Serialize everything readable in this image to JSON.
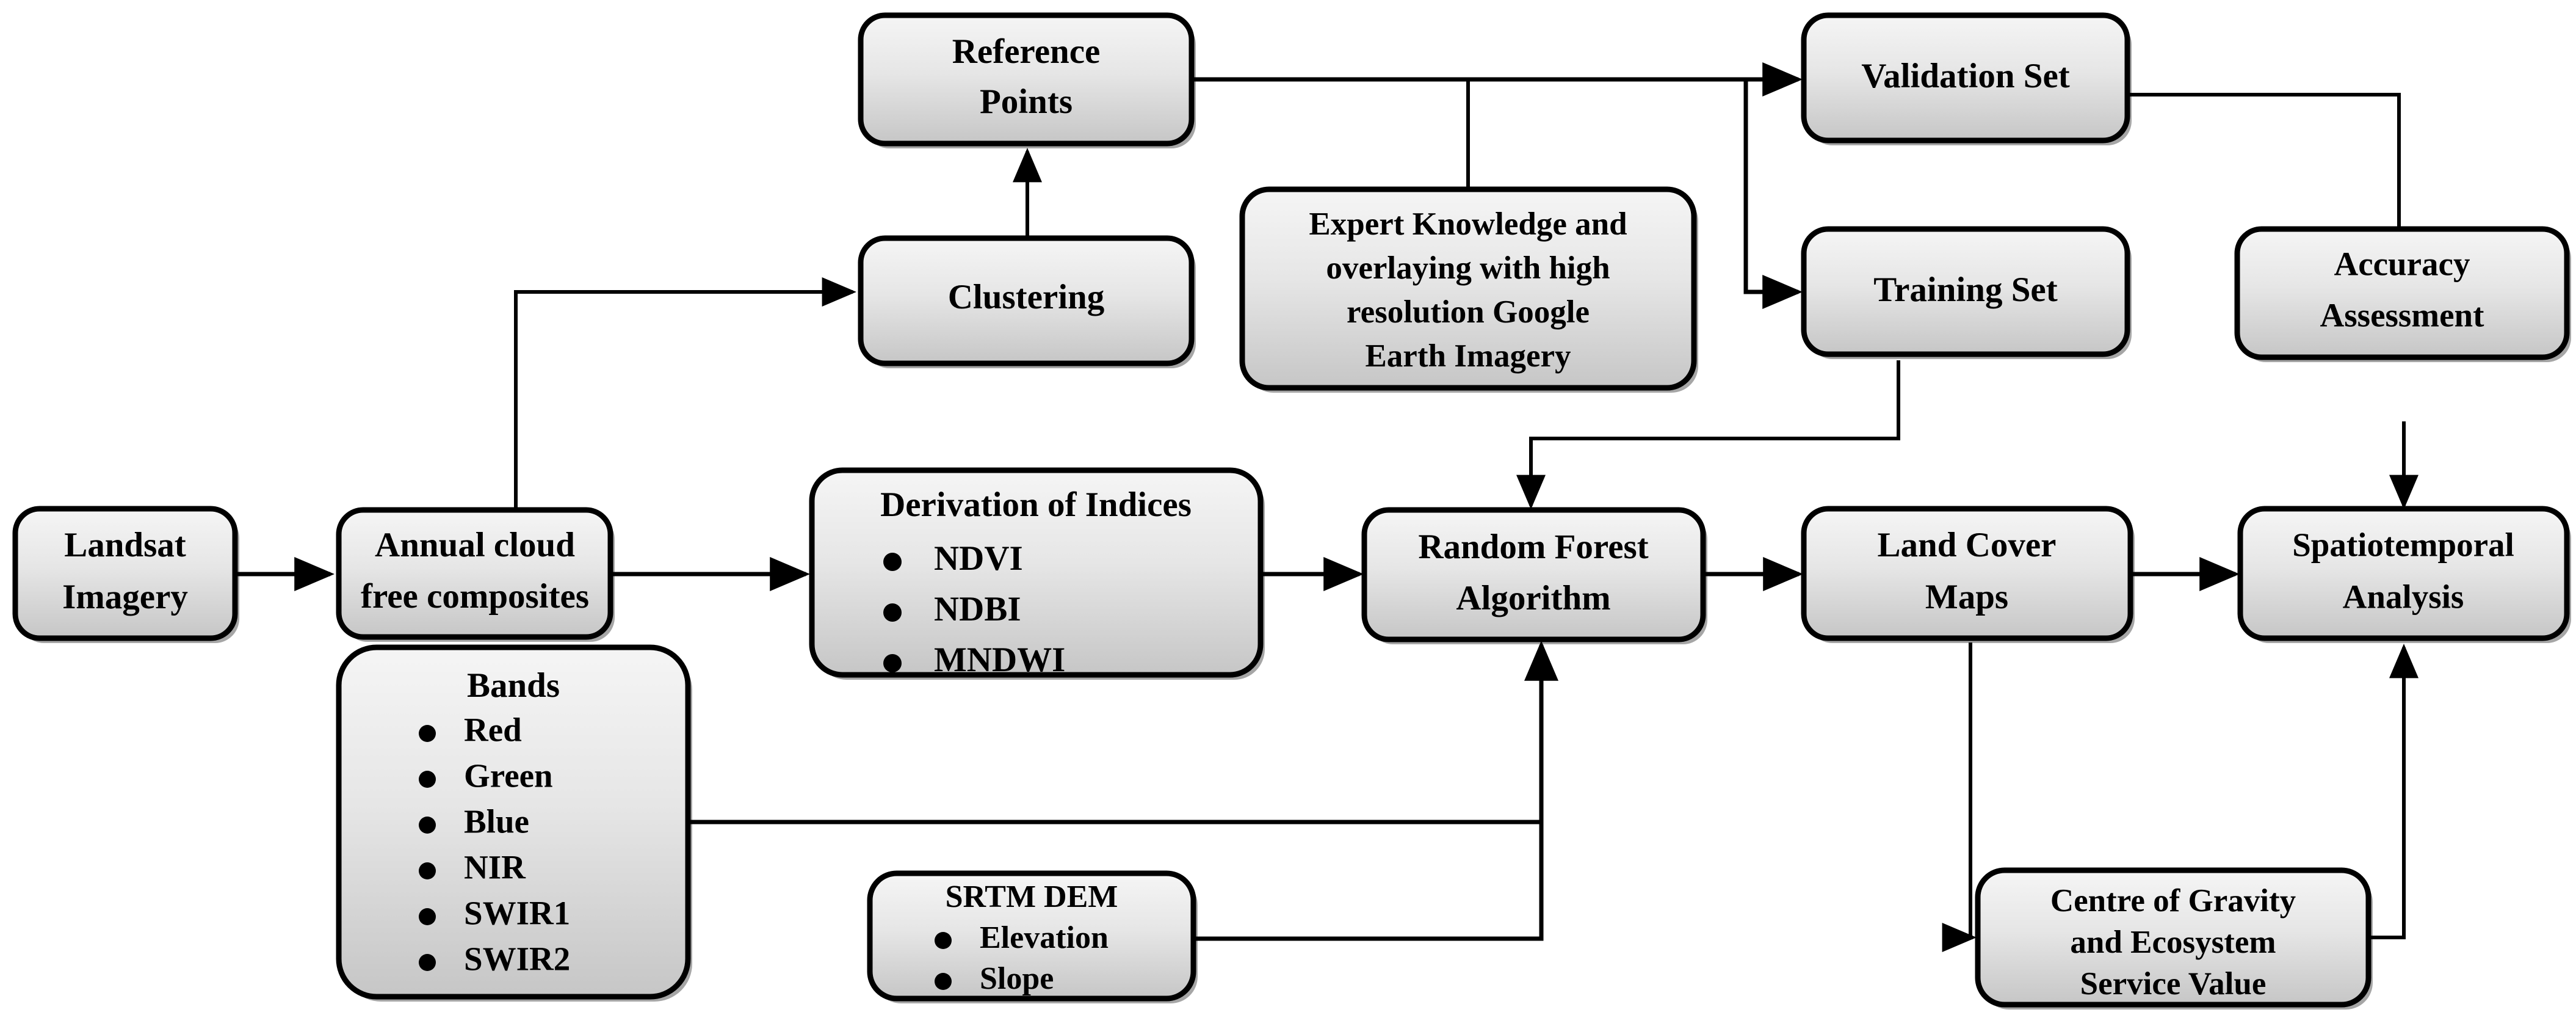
{
  "diagram": {
    "title": "Land cover mapping and spatiotemporal analysis workflow",
    "type": "flowchart",
    "background_color": "#FFFFFF",
    "node_fill_top": "#F2F2F2",
    "node_fill_bottom": "#C9C9C9",
    "node_border_color": "#000000",
    "edge_color": "#000000"
  },
  "nodes": {
    "landsat_imagery": {
      "lines": [
        "Landsat",
        "Imagery"
      ]
    },
    "annual_composites": {
      "lines": [
        "Annual cloud",
        "free composites"
      ]
    },
    "bands": {
      "heading": "Bands",
      "items": [
        "Red",
        "Green",
        "Blue",
        "NIR",
        "SWIR1",
        "SWIR2"
      ]
    },
    "clustering": {
      "lines": [
        "Clustering"
      ]
    },
    "reference_points": {
      "lines": [
        "Reference",
        "Points"
      ]
    },
    "expert_knowledge": {
      "lines": [
        "Expert Knowledge and",
        "overlaying with high",
        "resolution Google",
        "Earth Imagery"
      ]
    },
    "validation_set": {
      "lines": [
        "Validation Set"
      ]
    },
    "training_set": {
      "lines": [
        "Training Set"
      ]
    },
    "accuracy_assessment": {
      "lines": [
        "Accuracy",
        "Assessment"
      ]
    },
    "derivation_indices": {
      "heading": "Derivation of Indices",
      "items": [
        "NDVI",
        "NDBI",
        "MNDWI"
      ]
    },
    "srtm_dem": {
      "heading": "SRTM DEM",
      "items": [
        "Elevation",
        "Slope"
      ]
    },
    "random_forest": {
      "lines": [
        "Random Forest",
        "Algorithm"
      ]
    },
    "land_cover_maps": {
      "lines": [
        "Land Cover",
        "Maps"
      ]
    },
    "spatiotemporal_analysis": {
      "lines": [
        "Spatiotemporal",
        "Analysis"
      ]
    },
    "centre_of_gravity": {
      "lines": [
        "Centre of Gravity",
        "and Ecosystem",
        "Service Value"
      ]
    }
  },
  "edges": [
    {
      "from": "landsat_imagery",
      "to": "annual_composites"
    },
    {
      "from": "annual_composites",
      "to": "clustering"
    },
    {
      "from": "annual_composites",
      "to": "derivation_indices"
    },
    {
      "from": "clustering",
      "to": "reference_points"
    },
    {
      "from": "reference_points",
      "to": "validation_set"
    },
    {
      "from": "reference_points",
      "to": "training_set"
    },
    {
      "from": "expert_knowledge",
      "to": "reference_points_link"
    },
    {
      "from": "validation_set",
      "to": "accuracy_assessment"
    },
    {
      "from": "training_set",
      "to": "random_forest"
    },
    {
      "from": "derivation_indices",
      "to": "random_forest"
    },
    {
      "from": "bands",
      "to": "random_forest"
    },
    {
      "from": "srtm_dem",
      "to": "random_forest"
    },
    {
      "from": "random_forest",
      "to": "land_cover_maps"
    },
    {
      "from": "land_cover_maps",
      "to": "spatiotemporal_analysis"
    },
    {
      "from": "land_cover_maps",
      "to": "centre_of_gravity"
    },
    {
      "from": "centre_of_gravity",
      "to": "spatiotemporal_analysis"
    },
    {
      "from": "accuracy_assessment",
      "to": "spatiotemporal_analysis"
    }
  ]
}
